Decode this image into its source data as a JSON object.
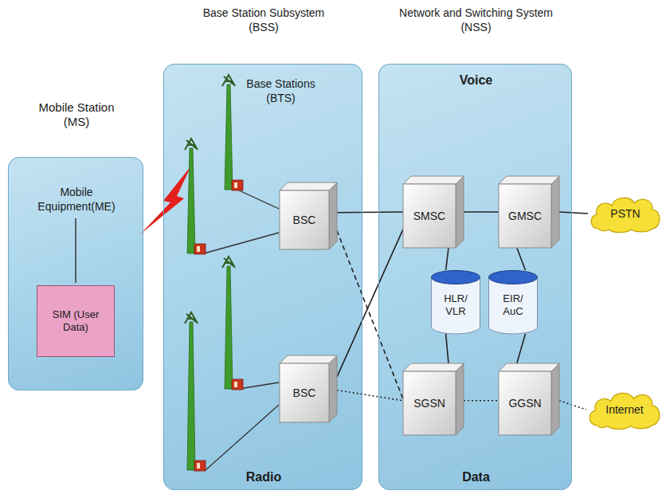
{
  "diagram": {
    "nodes": [
      {
        "text": [
          "Mobile Station (MS)",
          "Mobile Equipment(ME)"
        ]
      },
      {
        "text": [
          "SIM (User Data)"
        ],
        "in": 0
      },
      {
        "text": [
          "Base Station Subsystem (BSS)",
          "Radio"
        ]
      },
      {
        "text": [
          "BSC"
        ],
        "in": 2
      },
      {
        "text": [
          "BSC"
        ],
        "in": 2
      },
      {
        "text": [
          "Network and Switching System (NSS)",
          "Voice",
          "Data"
        ]
      },
      {
        "text": [
          "SMSC"
        ],
        "in": 5
      },
      {
        "text": [
          "GMSC"
        ],
        "in": 5
      },
      {
        "text": [
          "HLR/ VLR"
        ],
        "in": 5
      },
      {
        "text": [
          "EIR/ AuC"
        ],
        "in": 5
      },
      {
        "text": [
          "SGSN"
        ],
        "in": 5
      },
      {
        "text": [
          "GGSN"
        ],
        "in": 5
      },
      {
        "text": [
          "PSTN"
        ]
      },
      {
        "text": [
          "Internet"
        ]
      }
    ],
    "edges": [
      {
        "from": 3,
        "to": 6,
        "arrow": "none"
      },
      {
        "from": 6,
        "to": 7,
        "arrow": "none"
      },
      {
        "from": 7,
        "to": 12,
        "arrow": "none"
      },
      {
        "from": 3,
        "to": 10,
        "arrow": "none"
      },
      {
        "from": 4,
        "to": 6,
        "arrow": "none"
      },
      {
        "from": 4,
        "to": 10,
        "arrow": "none"
      },
      {
        "from": 10,
        "to": 11,
        "arrow": "none"
      },
      {
        "from": 11,
        "to": 13,
        "arrow": "none"
      },
      {
        "from": 6,
        "to": 8,
        "arrow": "none"
      },
      {
        "from": 7,
        "to": 9,
        "arrow": "none"
      },
      {
        "from": 8,
        "to": 10,
        "arrow": "none"
      },
      {
        "from": 9,
        "to": 11,
        "arrow": "none"
      }
    ],
    "labels": [
      "Base Stations (BTS)"
    ]
  }
}
